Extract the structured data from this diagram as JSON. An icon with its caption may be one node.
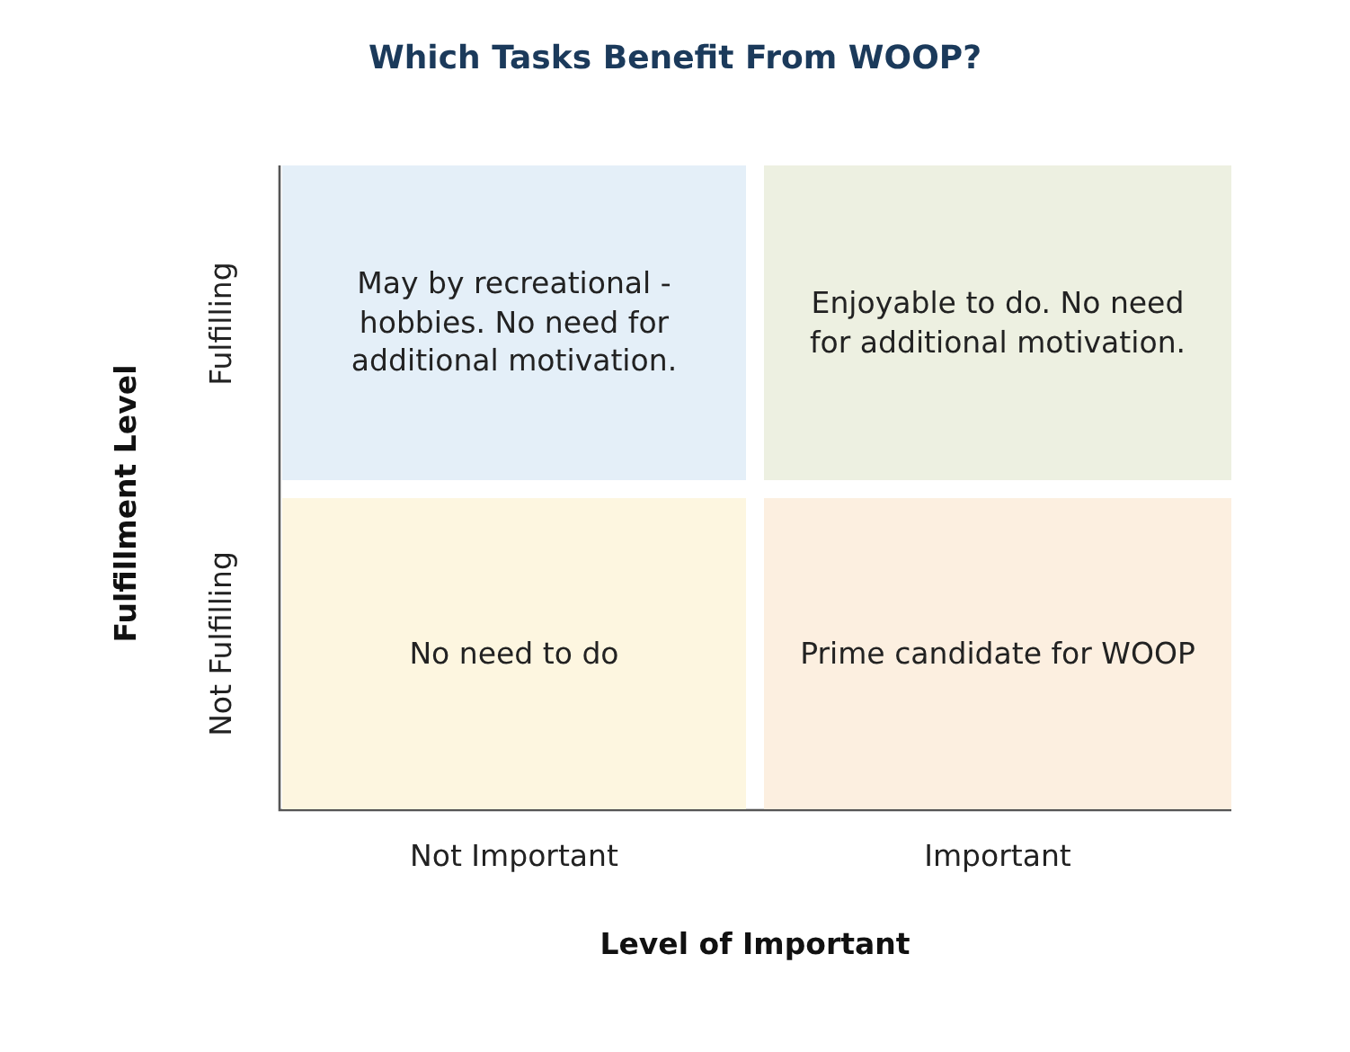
{
  "diagram": {
    "title": "Which Tasks Benefit From WOOP?",
    "nodes": [
      {
        "text": [
          "May by recreational - hobbies. No need for additional motivation."
        ]
      },
      {
        "text": [
          "Enjoyable to do. No need for additional motivation."
        ]
      },
      {
        "text": [
          "No need to do"
        ]
      },
      {
        "text": [
          "Prime candidate for WOOP"
        ]
      }
    ],
    "labels": [
      "Fulfillment Level",
      "Fulfilling",
      "Not Fulfilling",
      "Not Important",
      "Important",
      "Level of Important"
    ]
  }
}
